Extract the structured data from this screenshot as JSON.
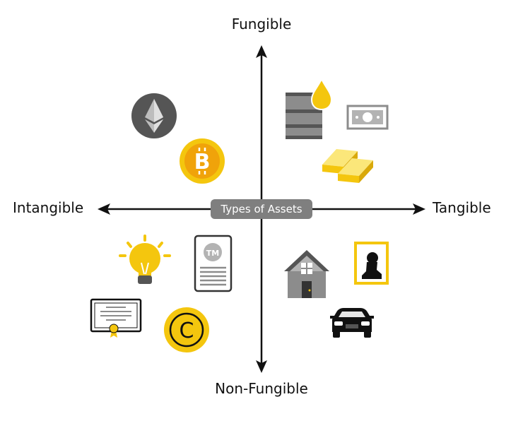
{
  "axes": {
    "top": "Fungible",
    "bottom": "Non-Fungible",
    "left": "Intangible",
    "right": "Tangible"
  },
  "center_label": "Types of Assets",
  "icons": {
    "fungible_intangible": [
      "ethereum-coin-icon",
      "bitcoin-coin-icon"
    ],
    "fungible_tangible": [
      "oil-barrel-icon",
      "banknote-icon",
      "gold-bars-icon"
    ],
    "nonfungible_intangible": [
      "lightbulb-idea-icon",
      "trademark-document-icon",
      "certificate-icon",
      "copyright-icon"
    ],
    "nonfungible_tangible": [
      "house-icon",
      "portrait-frame-icon",
      "car-icon"
    ]
  },
  "icon_text": {
    "bitcoin": "B",
    "trademark": "TM",
    "copyright": "C"
  },
  "colors": {
    "yellow": "#f4c60e",
    "orange": "#f0a30a",
    "dark_gray": "#555555",
    "mid_gray": "#8c8c8c",
    "light_gray": "#b3b3b3",
    "ink": "#111111"
  }
}
